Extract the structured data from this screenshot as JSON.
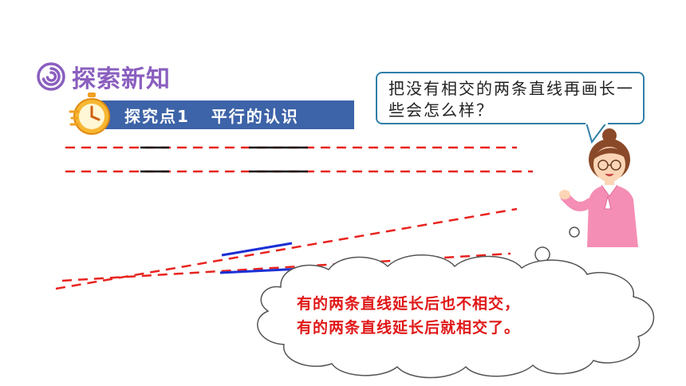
{
  "section": {
    "icon": "spiral-icon",
    "title": "探索新知"
  },
  "banner": {
    "icon": "stopwatch-icon",
    "label": "探究点1   平行的认识",
    "color": "#3d63a8"
  },
  "question_bubble": {
    "text": "把没有相交的两条直线再画长一些会怎么样？",
    "border_color": "#2f7fa8"
  },
  "conclusion_cloud": {
    "line1": "有的两条直线延长后也不相交，",
    "line2": "有的两条直线延长后就相交了。",
    "text_color": "#e01818"
  },
  "colors": {
    "extension_dash": "#e8231f",
    "parallel_segment": "#111111",
    "intersecting_segment": "#1a2fd6",
    "heading": "#8a5fbf"
  },
  "figure": {
    "character": "teacher-icon"
  }
}
